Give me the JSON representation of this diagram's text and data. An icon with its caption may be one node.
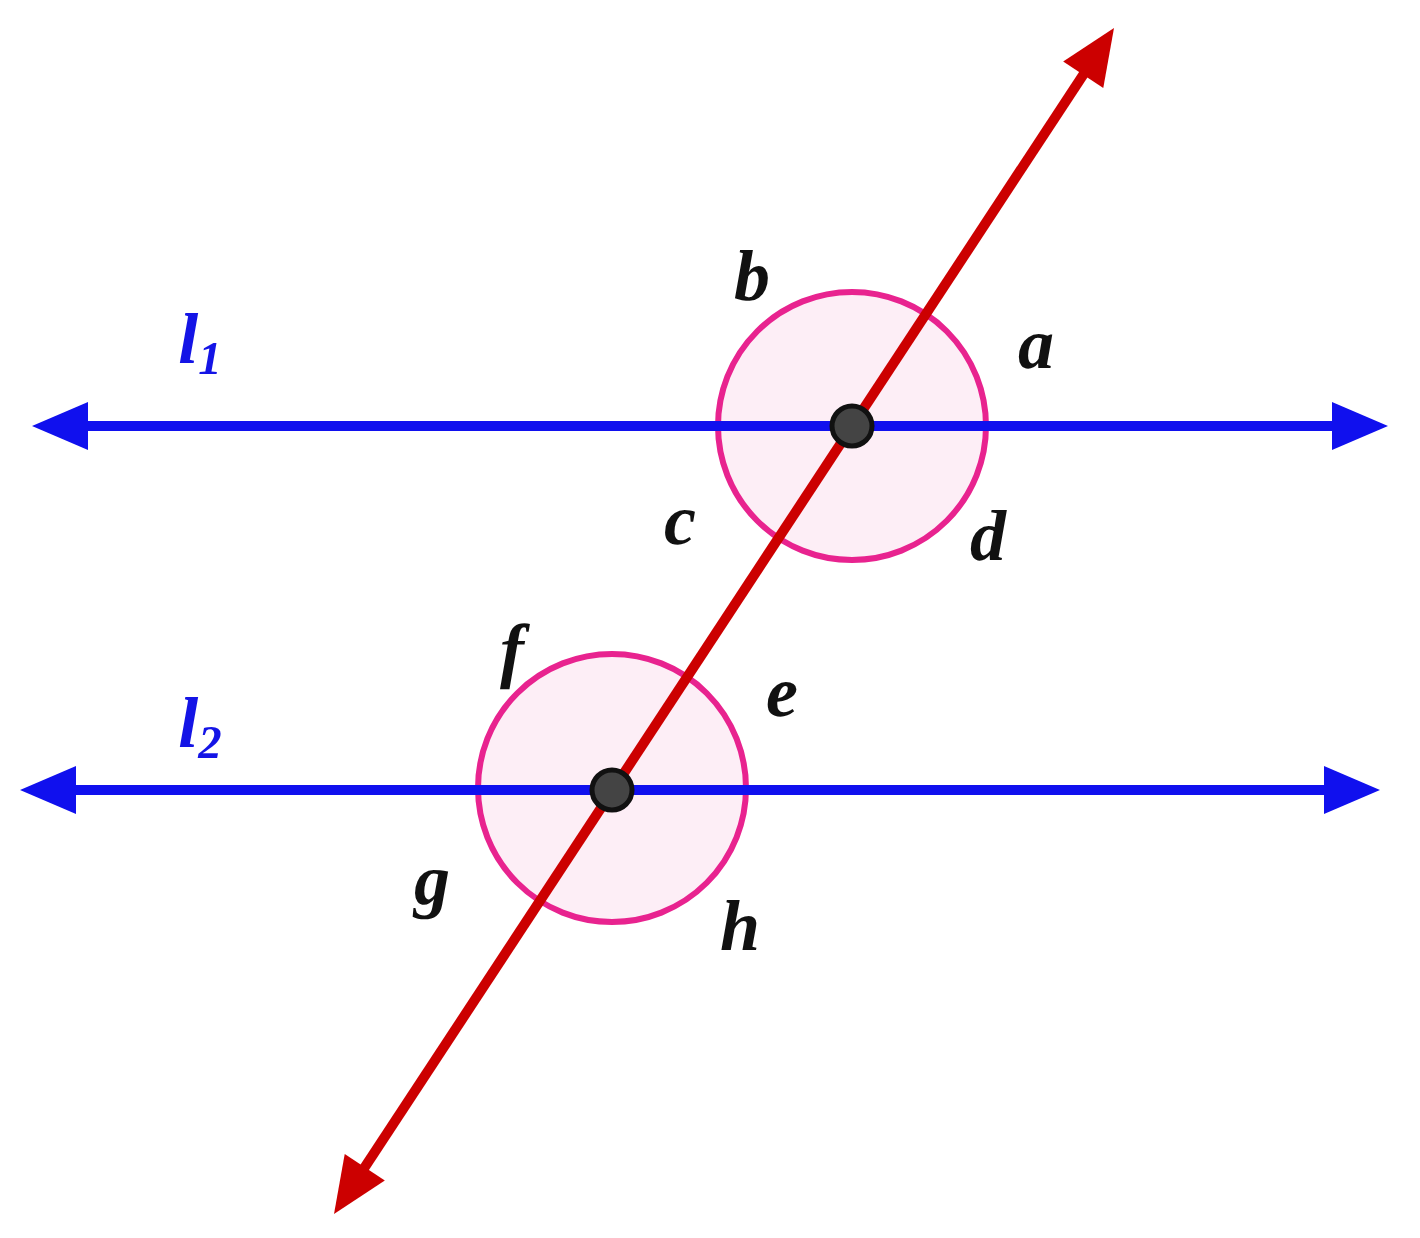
{
  "diagram": {
    "labels": [
      "b",
      "l$_{1}$",
      "a",
      "c",
      "d",
      "f",
      "e",
      "l$_{2}$",
      "g",
      "h"
    ]
  }
}
